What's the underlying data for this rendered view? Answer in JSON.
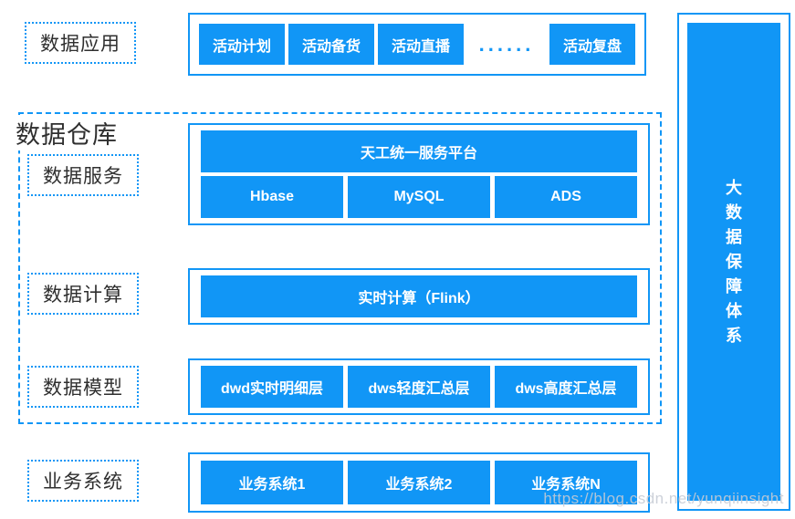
{
  "colors": {
    "accent": "#1196F6",
    "text_dark": "#2F2F2F",
    "watermark_gray": "#C6CBD4"
  },
  "side_labels": {
    "application": "数据应用",
    "warehouse": "数据仓库",
    "service": "数据服务",
    "compute": "数据计算",
    "model": "数据模型",
    "business": "业务系统"
  },
  "application_row": {
    "items": [
      "活动计划",
      "活动备货",
      "活动直播",
      "活动复盘"
    ],
    "ellipsis": "......"
  },
  "service_row": {
    "platform": "天工统一服务平台",
    "engines": [
      "Hbase",
      "MySQL",
      "ADS"
    ]
  },
  "compute_row": {
    "engine": "实时计算（Flink）"
  },
  "model_row": {
    "layers": [
      "dwd实时明细层",
      "dws轻度汇总层",
      "dws高度汇总层"
    ]
  },
  "business_row": {
    "systems": [
      "业务系统1",
      "业务系统2",
      "业务系统N"
    ]
  },
  "assurance_bar": {
    "label": "大数据保障体系"
  },
  "watermark": "https://blog.csdn.net/yunqiinsight"
}
